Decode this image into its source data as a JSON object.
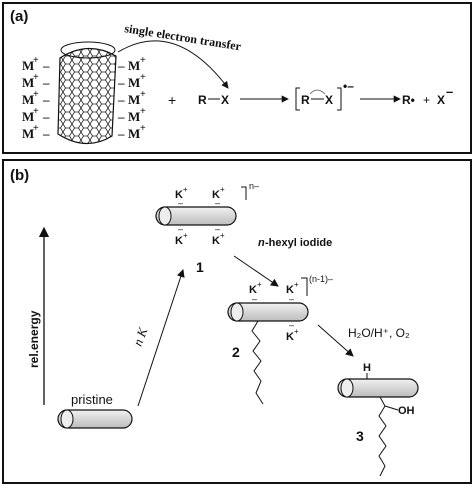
{
  "panel_a": {
    "label": "(a)",
    "counter_ion": "M",
    "charge_plus": "+",
    "charge_minus": "–",
    "annotation": "single electron transfer",
    "plus_sign": "+",
    "reactant_r": "R",
    "reactant_x": "X",
    "radical_anion_r": "R",
    "radical_anion_x": "X",
    "radical_anion_charge": "•–",
    "product_radical": "R•",
    "product_plus": "+",
    "product_anion": "X",
    "product_anion_charge": "–"
  },
  "panel_b": {
    "label": "(b)",
    "y_axis_label": "rel.energy",
    "pristine_label": "pristine",
    "arrow1_label": "n K",
    "potassium": "K",
    "plus": "+",
    "minus": "–",
    "species1_number": "1",
    "species1_charge": "n–",
    "reagent_hexyl_prefix": "n",
    "reagent_hexyl_rest": "-hexyl iodide",
    "species2_number": "2",
    "species2_charge": "(n-1)–",
    "reagent_water": "H₂O/H⁺, O₂",
    "hydrogen": "H",
    "hydroxyl": "OH",
    "species3_number": "3"
  }
}
